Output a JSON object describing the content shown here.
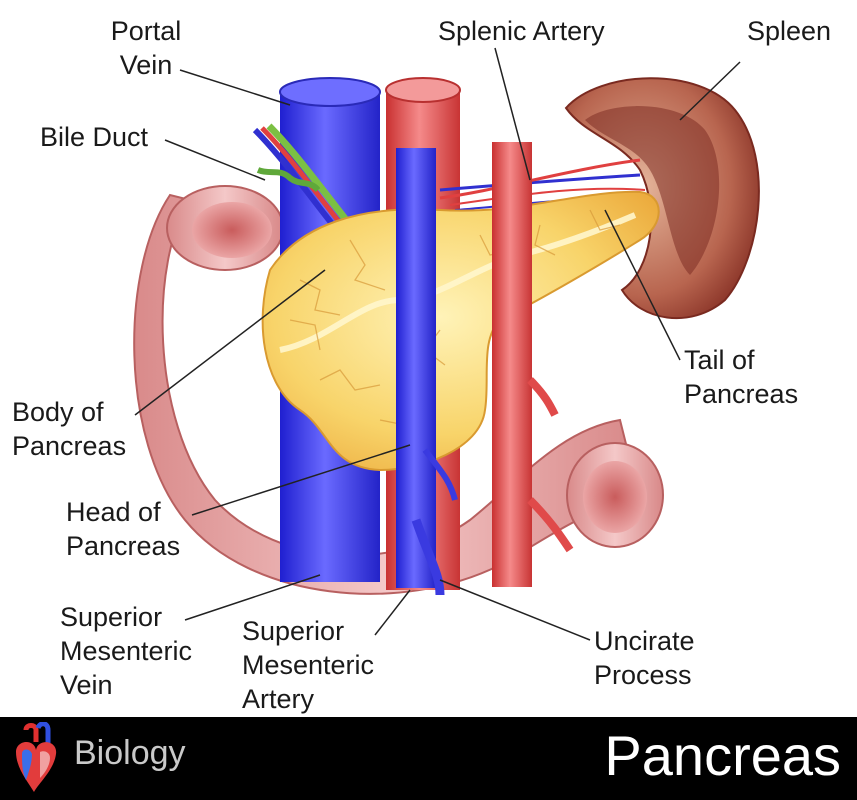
{
  "labels": {
    "portal_vein": "Portal\nVein",
    "bile_duct": "Bile Duct",
    "splenic_artery": "Splenic Artery",
    "spleen": "Spleen",
    "tail_of_pancreas": "Tail of\nPancreas",
    "body_of_pancreas": "Body of\nPancreas",
    "head_of_pancreas": "Head of\nPancreas",
    "superior_mesenteric_vein": "Superior\nMesenteric\nVein",
    "superior_mesenteric_artery": "Superior\nMesenteric\nArtery",
    "uncinate_process": "Uncirate\nProcess"
  },
  "footer": {
    "category": "Biology",
    "title": "Pancreas",
    "icon": "heart-icon"
  },
  "colors": {
    "vein_blue": "#3b3bf0",
    "artery_red": "#e24a4a",
    "pancreas_yellow": "#f7cd5a",
    "duodenum_pink": "#e8a0a0",
    "spleen_brown": "#a3473a",
    "bile_green": "#7bc043"
  }
}
